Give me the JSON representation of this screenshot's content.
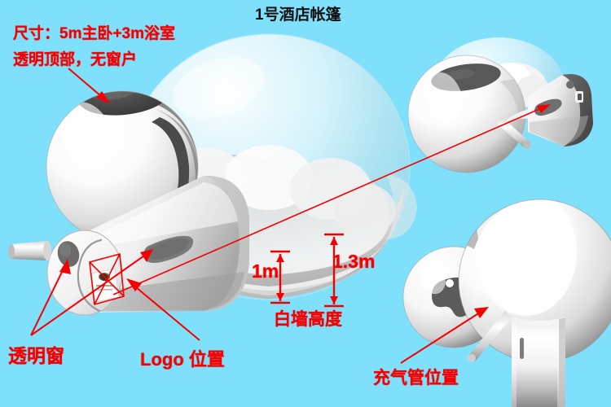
{
  "meta": {
    "background_color": "#7fe0fb",
    "annotation_color": "#f40000",
    "title_color": "#111111"
  },
  "title": "1号酒店帐篷",
  "annotations": {
    "size_spec": "尺寸：5m主卧+3m浴室",
    "transparent_roof": "透明顶部，无窗户",
    "transparent_window": "透明窗",
    "logo_position": "Logo 位置",
    "inflation_tube": "充气管位置",
    "dim_small": "1m",
    "dim_large": "1.3m",
    "wall_height": "白墙高度"
  },
  "views": {
    "main": {
      "name": "main-perspective-view",
      "parts": [
        "dome-main",
        "sphere-bathroom",
        "entrance-tunnel",
        "round-window",
        "oval-window",
        "logo-patch",
        "air-tube"
      ]
    },
    "top_right": {
      "name": "top-rear-view",
      "parts": [
        "dome-main",
        "sphere-bathroom",
        "entrance-tunnel",
        "oval-window",
        "air-tube"
      ]
    },
    "bottom_right": {
      "name": "front-elevation-view",
      "parts": [
        "dome-main",
        "sphere-bathroom",
        "entrance-tunnel",
        "air-tube"
      ]
    }
  }
}
